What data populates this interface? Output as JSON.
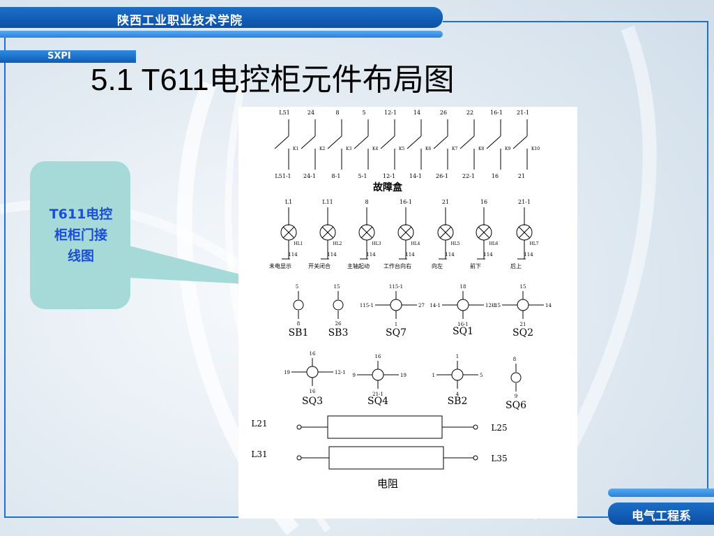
{
  "header": {
    "school": "陕西工业职业技术学院",
    "abbr": "SXPI"
  },
  "title": "5.1 T611电控柜元件布局图",
  "callout": {
    "line1": "T611电控",
    "line2": "柜柜门接",
    "line3": "线图"
  },
  "footer": {
    "department": "电气工程系"
  },
  "diagram": {
    "fault_box": {
      "title": "故障盒",
      "top_labels": [
        "L51",
        "24",
        "8",
        "5",
        "12-1",
        "14",
        "26",
        "22",
        "16-1",
        "21-1"
      ],
      "bottom_labels": [
        "L51-1",
        "24-1",
        "8-1",
        "5-1",
        "12-1",
        "14-1",
        "26-1",
        "22-1",
        "16",
        "21"
      ],
      "switch_labels": [
        "K1",
        "K2",
        "K3",
        "K4",
        "K5",
        "K6",
        "K7",
        "K8",
        "K9",
        "K10"
      ]
    },
    "lamps": {
      "top_labels": [
        "L1",
        "L11",
        "8",
        "16-1",
        "21",
        "16",
        "21-1"
      ],
      "hl_labels": [
        "HL1",
        "HL2",
        "HL3",
        "HL4",
        "HL5",
        "HL6",
        "HL7"
      ],
      "bottom_labels": [
        "114",
        "114",
        "114",
        "114",
        "114",
        "114",
        "114"
      ],
      "captions": [
        "未电显示",
        "开关闭合",
        "主轴起动",
        "工作台向右",
        "向左",
        "前下",
        "后上"
      ]
    },
    "row3": {
      "sb1": {
        "top": "5",
        "bottom": "8",
        "name": "SB1"
      },
      "sb3": {
        "top": "15",
        "bottom": "26",
        "name": "SB3"
      },
      "sq7": {
        "top": "115-1",
        "left": "115-1",
        "right": "27",
        "bottom": "1",
        "name": "SQ7"
      },
      "sq1": {
        "top": "18",
        "left": "14-1",
        "right": "12-1",
        "bottom": "16-1",
        "name": "SQ1"
      },
      "sq2": {
        "top": "15",
        "left": "115",
        "right": "14",
        "bottom": "21",
        "name": "SQ2"
      }
    },
    "row4": {
      "sq3": {
        "top": "16",
        "left": "19",
        "right": "12-1",
        "bottom": "16",
        "name": "SQ3"
      },
      "sq4": {
        "top": "16",
        "left": "9",
        "right": "19",
        "bottom": "21-1",
        "name": "SQ4"
      },
      "sb2": {
        "top": "1",
        "left": "1",
        "right": "5",
        "bottom": "4",
        "name": "SB2"
      },
      "sq6": {
        "top": "8",
        "bottom": "9",
        "name": "SQ6"
      }
    },
    "resistors": {
      "r1_left": "L21",
      "r1_right": "L25",
      "r2_left": "L31",
      "r2_right": "L35",
      "caption": "电阻"
    }
  }
}
